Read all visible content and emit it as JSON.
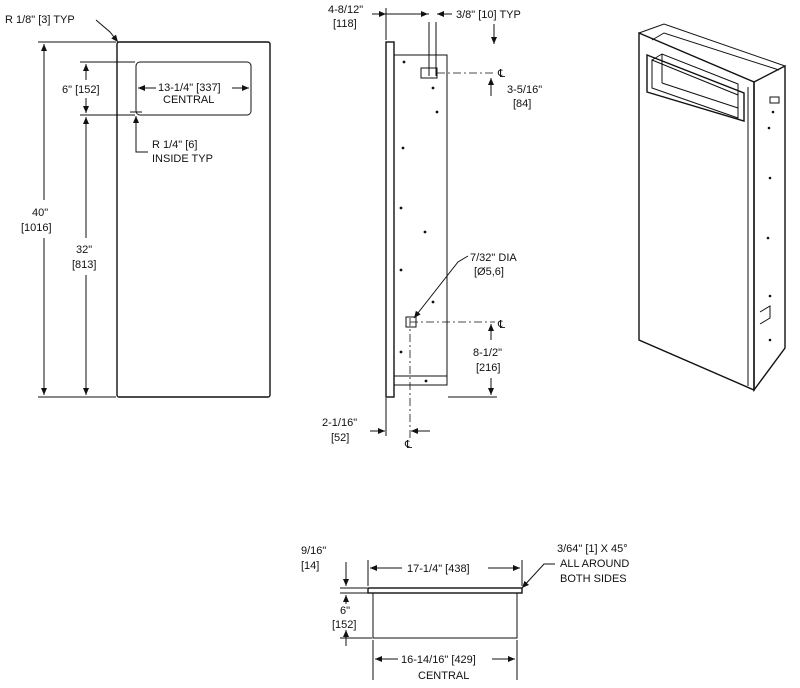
{
  "front": {
    "corner_radius": "R 1/8\" [3] TYP",
    "opening_width": "13-1/4\" [337]",
    "opening_width_note": "CENTRAL",
    "opening_height": "6\" [152]",
    "inside_radius": "R 1/4\" [6]",
    "inside_radius_note": "INSIDE TYP",
    "total_height_in": "40\"",
    "total_height_mm": "[1016]",
    "lower_height_in": "32\"",
    "lower_height_mm": "[813]"
  },
  "side": {
    "depth_in": "4-8/12\"",
    "depth_mm": "[118]",
    "flange": "3/8\" [10] TYP",
    "centerline_symbol": "℄",
    "top_mount_in": "3-5/16\"",
    "top_mount_mm": "[84]",
    "hole_dia_in": "7/32\" DIA",
    "hole_dia_mm": "[Ø5,6]",
    "bottom_mount_in": "8-1/2\"",
    "bottom_mount_mm": "[216]",
    "offset_in": "2-1/16\"",
    "offset_mm": "[52]"
  },
  "plan": {
    "flange_in": "9/16\"",
    "flange_mm": "[14]",
    "outer_width": "17-1/4\" [438]",
    "chamfer_line1": "3/64\" [1] X 45°",
    "chamfer_line2": "ALL AROUND",
    "chamfer_line3": "BOTH SIDES",
    "depth_in": "6\"",
    "depth_mm": "[152]",
    "inner_width": "16-14/16\" [429]",
    "inner_width_note": "CENTRAL"
  }
}
